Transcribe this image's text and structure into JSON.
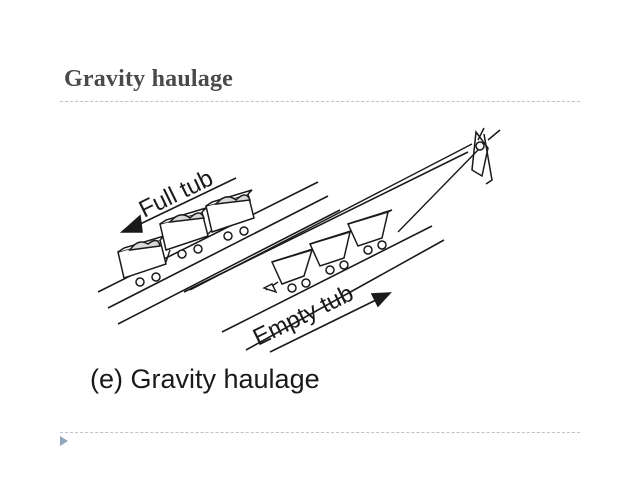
{
  "slide": {
    "title": "Gravity haulage"
  },
  "diagram": {
    "label_full": "Full tub",
    "label_empty": "Empty tub",
    "caption": "(e) Gravity haulage"
  },
  "colors": {
    "title": "#4a4a4a",
    "rule": "#b9c3cc",
    "bullet": "#8fa6bc",
    "ink": "#1a1a1a"
  }
}
